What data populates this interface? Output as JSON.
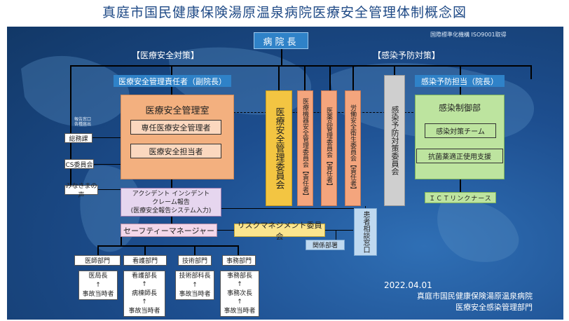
{
  "title": "真庭市国民健康保険湯原温泉病院医療安全管理体制概念図",
  "iso_note": "国際標準化機構 ISO9001取得",
  "director": "病院長",
  "section_left": "【医療安全対策】",
  "section_right": "【感染予防対策】",
  "safety_head": "医療安全管理責任者（副院長）",
  "infection_head": "感染予防担当（院長）",
  "safety_office": {
    "title": "医療安全管理室",
    "manager": "専任医療安全管理者",
    "officer": "医療安全担当者"
  },
  "infection_dept": {
    "title": "感染制御部",
    "team": "感染対策チーム",
    "antimicrobial": "抗菌薬適正使用支援"
  },
  "committees": {
    "safety": "医療安全管理委員会",
    "equipment": "医療機器安全管理委員会【責任者】",
    "drug": "医薬品管理委員会【責任者】",
    "labor": "労働安全衛生委員会【責任者】",
    "infection": "感染予防対策委員会"
  },
  "report_note": "報告窓口\n各種届出",
  "left_items": [
    "総務課",
    "CS委員会",
    "みなさまの声"
  ],
  "incident_report": "アクシデント インシデント\nクレーム報告\n(医療安全報告システム入力)",
  "safety_manager": "セーフティーマネージャー",
  "risk_committee": "リスクマネジメント委員会",
  "patient_desk": "患者相談窓口",
  "related_depts": "関係部署",
  "link_nurse": "ＩＣＴリンクナース",
  "departments": [
    {
      "name": "医師部門",
      "chain": "医局長\n↑\n事故当時者"
    },
    {
      "name": "看護部門",
      "chain": "看護部長\n↑\n病棟師長\n↑\n事故当時者"
    },
    {
      "name": "技術部門",
      "chain": "技術部科長\n↑\n事故当時者"
    },
    {
      "name": "事務部門",
      "chain": "事務部長\n↑\n事務次長\n↑\n事故当時者"
    }
  ],
  "date": "2022.04.01",
  "footer_org": "真庭市国民健康保険湯原温泉病院",
  "footer_dept": "医療安全感染管理部門",
  "colors": {
    "director_blue": "#2f82c8",
    "orange": "#f3b07f",
    "light_orange": "#fbd8bf",
    "yellow": "#f3c542",
    "salmon": "#f4a57d",
    "green": "#bde49f",
    "gray": "#cfcfcf",
    "pink": "#f3d7ea",
    "lavender": "#e6d6ef",
    "light_blue": "#bfd9f0"
  }
}
